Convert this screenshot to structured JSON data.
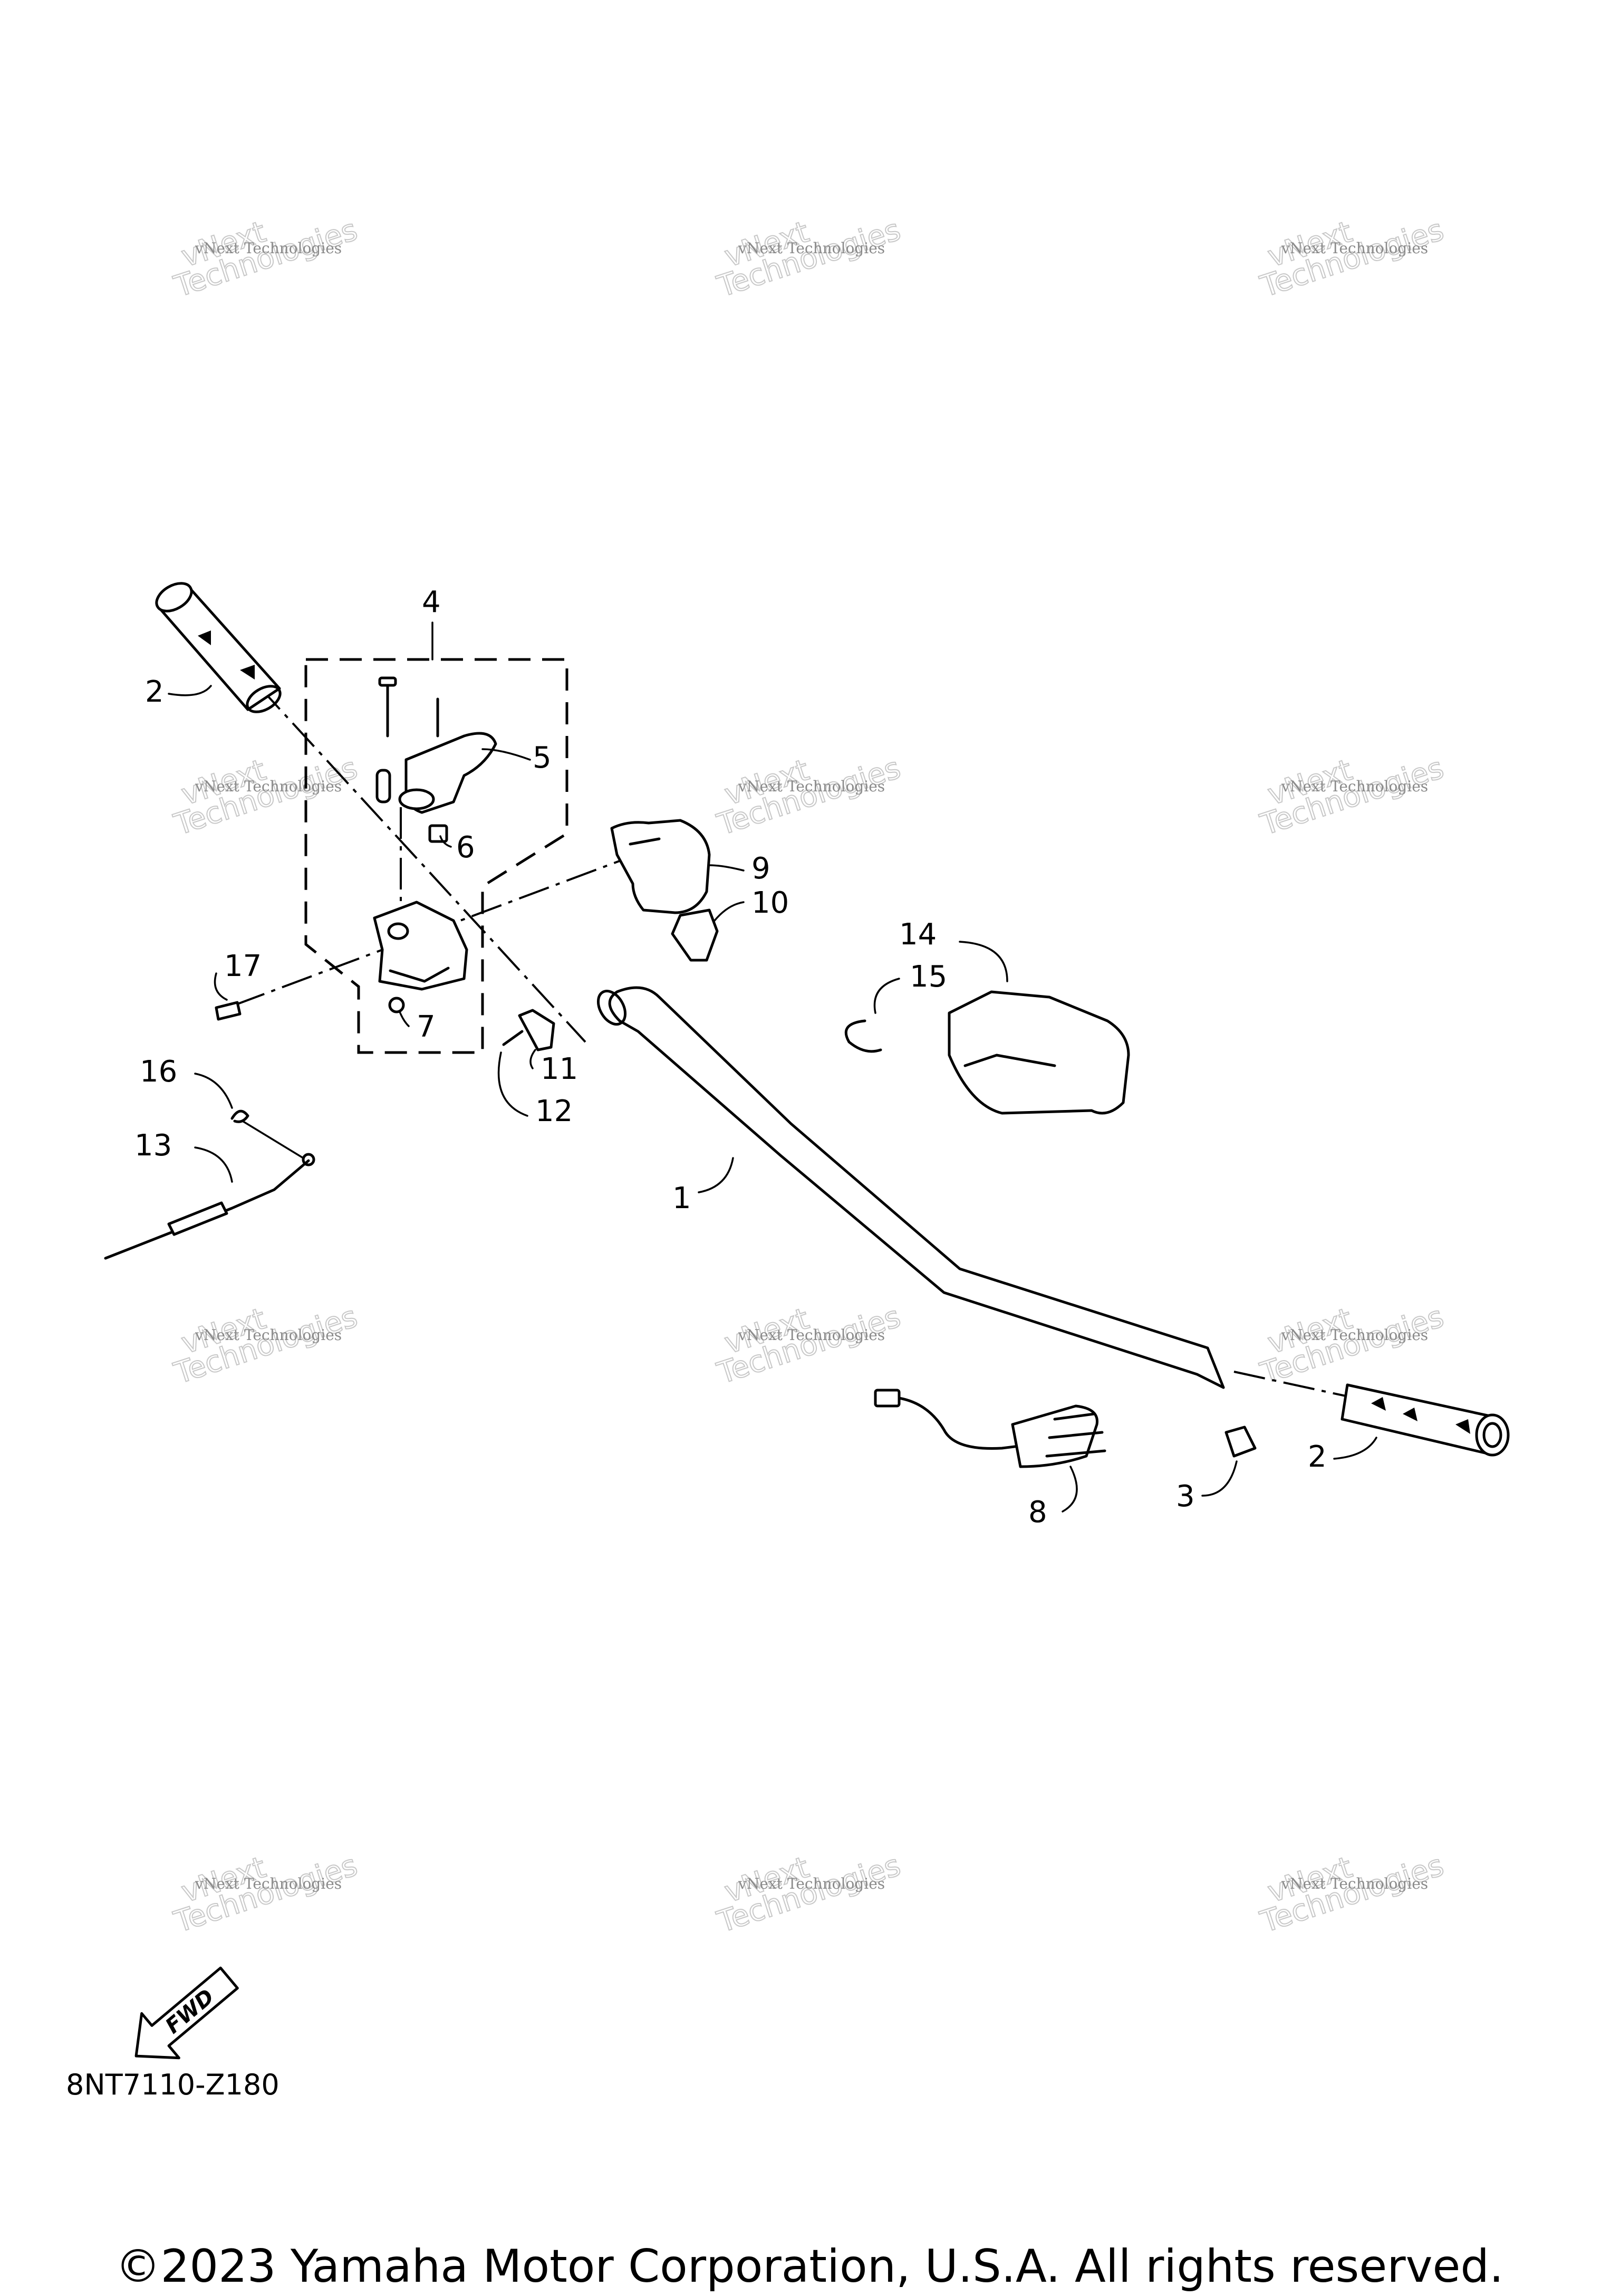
{
  "diagram": {
    "callouts": [
      "1",
      "2",
      "3",
      "4",
      "5",
      "6",
      "7",
      "8",
      "9",
      "10",
      "11",
      "12",
      "13",
      "14",
      "15",
      "16",
      "17"
    ],
    "watermark": {
      "line1": "vNext Technologies",
      "line2": "vNext",
      "line3": "Technologies"
    },
    "direction_badge": "FWD",
    "drawing_code": "8NT7110-Z180",
    "copyright": "©2023 Yamaha Motor Corporation, U.S.A. All rights reserved."
  }
}
